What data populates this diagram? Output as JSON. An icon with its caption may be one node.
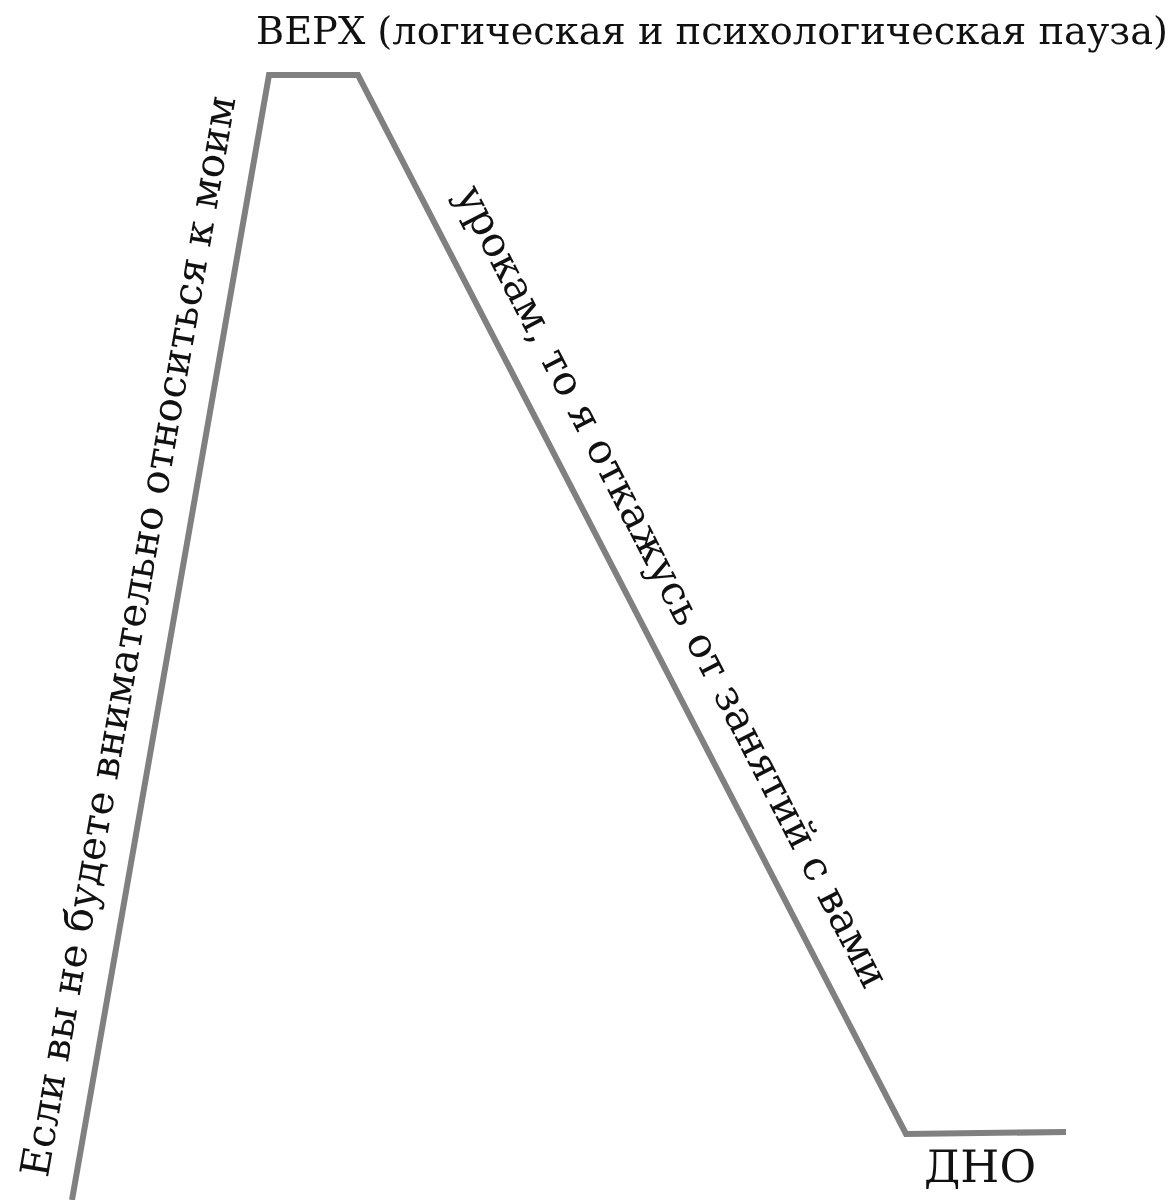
{
  "diagram": {
    "labels": [
      "ВЕРХ (логическая и психологическая пауза)",
      "Если вы не будете внимательно относиться к моим",
      "урокам, то я откажусь от занятий с вами",
      "ДНО"
    ]
  }
}
